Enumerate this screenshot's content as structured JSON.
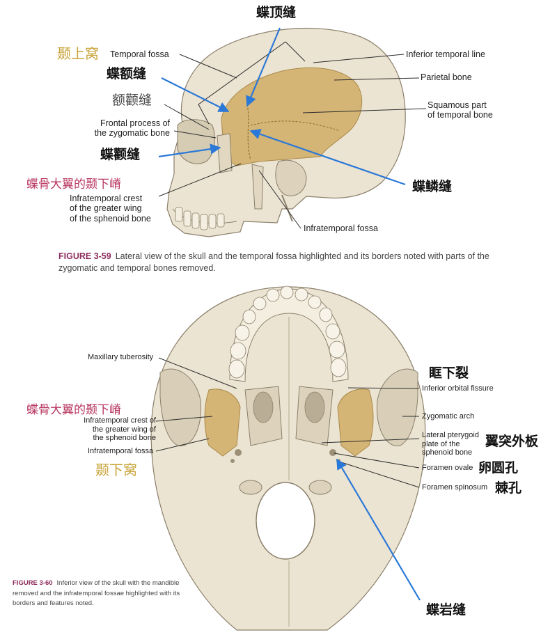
{
  "figure1": {
    "labels": {
      "temporal_fossa": "Temporal fossa",
      "inferior_temporal_line": "Inferior temporal line",
      "parietal_bone": "Parietal bone",
      "squamous_line1": "Squamous part",
      "squamous_line2": "of temporal bone",
      "frontal_process_line1": "Frontal process of",
      "frontal_process_line2": "the zygomatic bone",
      "infratemporal_crest_line1": "Infratemporal crest",
      "infratemporal_crest_line2": "of the greater wing",
      "infratemporal_crest_line3": "of the sphenoid bone",
      "infratemporal_fossa": "Infratemporal fossa"
    },
    "zh": {
      "sphenoparietal_suture": "蝶顶缝",
      "temporal_fossa_zh": "颞上窝",
      "sphenofrontal_suture": "蝶额缝",
      "frontozygomatic_suture": "额颧缝",
      "sphenozygomatic_suture": "蝶颧缝",
      "infratemporal_crest_zh": "蝶骨大翼的颞下嵴",
      "sphenosquamosal_suture": "蝶鳞缝"
    },
    "caption_number": "FIGURE 3-59",
    "caption_text": "Lateral view of the skull and the temporal fossa highlighted and its borders noted with parts of the zygomatic and temporal bones removed."
  },
  "figure2": {
    "labels": {
      "maxillary_tuberosity": "Maxillary tuberosity",
      "inferior_orbital_fissure": "Inferior orbital fissure",
      "zygomatic_arch": "Zygomatic arch",
      "infratemporal_crest_line1": "Infratemporal crest of",
      "infratemporal_crest_line2": "the greater wing of",
      "infratemporal_crest_line3": "the sphenoid bone",
      "infratemporal_fossa": "Infratemporal fossa",
      "lateral_pterygoid_line1": "Lateral pterygoid",
      "lateral_pterygoid_line2": "plate of the",
      "lateral_pterygoid_line3": "sphenoid bone",
      "foramen_ovale": "Foramen ovale",
      "foramen_spinosum": "Foramen spinosum"
    },
    "zh": {
      "inferior_orbital_fissure_zh": "眶下裂",
      "infratemporal_crest_zh": "蝶骨大翼的颞下嵴",
      "infratemporal_fossa_zh": "颞下窝",
      "lateral_pterygoid_zh": "翼突外板",
      "foramen_ovale_zh": "卵圆孔",
      "foramen_spinosum_zh": "棘孔",
      "sphenopetrosal_suture": "蝶岩缝"
    },
    "caption_number": "FIGURE 3-60",
    "caption_text": "Inferior view of the skull with the mandible removed and the infratemporal fossae highlighted with its borders and features noted."
  },
  "colors": {
    "bone": "#ece4d2",
    "bone_shadow": "#c9bfa8",
    "highlight": "#d4b575",
    "arrow_blue": "#2a78d8",
    "leader": "#2b2b2b",
    "caption_number": "#8e2c5c",
    "zh_yellow": "#c9a43a",
    "zh_pink": "#b8365f"
  }
}
